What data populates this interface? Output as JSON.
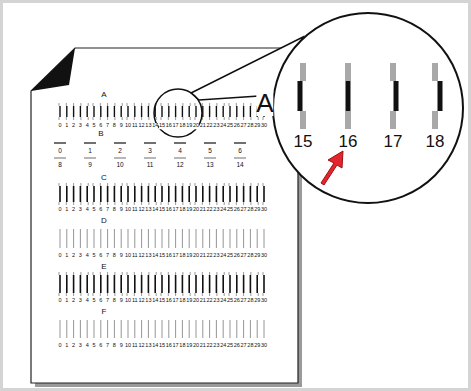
{
  "diagram": {
    "labels": [
      "A",
      "0",
      "1",
      "2",
      "3",
      "4",
      "5",
      "6",
      "7",
      "8",
      "9",
      "10",
      "11",
      "12",
      "13",
      "14",
      "15",
      "16",
      "17",
      "18",
      "19",
      "20",
      "21",
      "22",
      "23",
      "24",
      "25",
      "26",
      "27",
      "28",
      "29",
      "30",
      "B",
      "0",
      "1",
      "2",
      "3",
      "4",
      "5",
      "6",
      "8",
      "9",
      "10",
      "11",
      "12",
      "13",
      "14",
      "C",
      "0",
      "1",
      "2",
      "3",
      "4",
      "5",
      "6",
      "7",
      "8",
      "9",
      "10",
      "11",
      "12",
      "13",
      "14",
      "15",
      "16",
      "17",
      "18",
      "19",
      "20",
      "21",
      "22",
      "23",
      "24",
      "25",
      "26",
      "27",
      "28",
      "29",
      "30",
      "D",
      "0",
      "1",
      "2",
      "3",
      "4",
      "5",
      "6",
      "7",
      "8",
      "9",
      "10",
      "11",
      "12",
      "13",
      "14",
      "15",
      "16",
      "17",
      "18",
      "19",
      "20",
      "21",
      "22",
      "23",
      "24",
      "25",
      "26",
      "27",
      "28",
      "29",
      "30",
      "E",
      "0",
      "1",
      "2",
      "3",
      "4",
      "5",
      "6",
      "7",
      "8",
      "9",
      "10",
      "11",
      "12",
      "13",
      "14",
      "15",
      "16",
      "17",
      "18",
      "19",
      "20",
      "21",
      "22",
      "23",
      "24",
      "25",
      "26",
      "27",
      "28",
      "29",
      "30",
      "F",
      "0",
      "1",
      "2",
      "3",
      "4",
      "5",
      "6",
      "7",
      "8",
      "9",
      "10",
      "11",
      "12",
      "13",
      "14",
      "15",
      "16",
      "17",
      "18",
      "19",
      "20",
      "21",
      "22",
      "23",
      "24",
      "25",
      "26",
      "27",
      "28",
      "29",
      "30",
      "A",
      "15",
      "16",
      "17",
      "18"
    ]
  }
}
